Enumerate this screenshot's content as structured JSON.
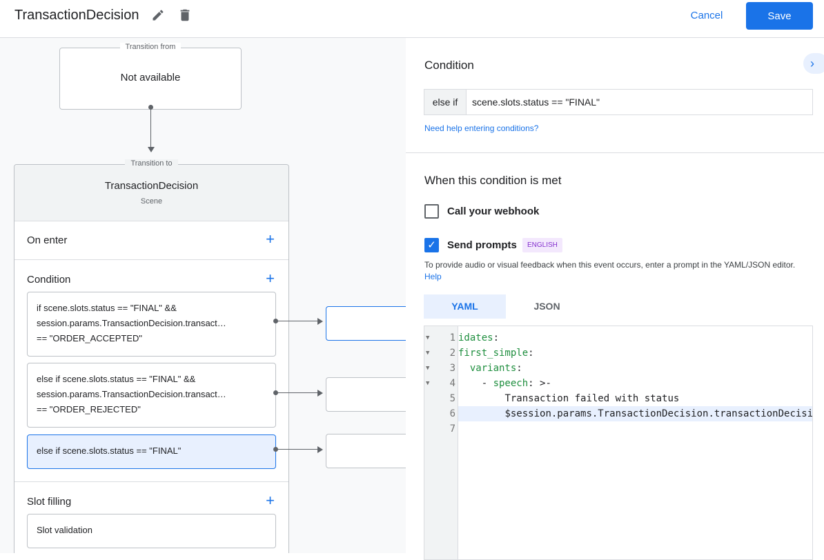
{
  "header": {
    "title": "TransactionDecision",
    "cancel": "Cancel",
    "save": "Save"
  },
  "canvas": {
    "from": {
      "legend": "Transition from",
      "value": "Not available"
    },
    "to": {
      "legend": "Transition to",
      "name": "TransactionDecision",
      "type": "Scene"
    },
    "on_enter": "On enter",
    "condition": "Condition",
    "conditions": [
      [
        "if scene.slots.status == \"FINAL\" &&",
        "session.params.TransactionDecision.transact…",
        "== \"ORDER_ACCEPTED\""
      ],
      [
        "else if scene.slots.status == \"FINAL\" &&",
        "session.params.TransactionDecision.transact…",
        "== \"ORDER_REJECTED\""
      ],
      [
        "else if scene.slots.status == \"FINAL\""
      ]
    ],
    "slot_filling": "Slot filling",
    "slot_validation": "Slot validation"
  },
  "panel": {
    "condition_title": "Condition",
    "prefix": "else if",
    "expression": "scene.slots.status == \"FINAL\"",
    "help_link": "Need help entering conditions?",
    "met_title": "When this condition is met",
    "webhook": {
      "label": "Call your webhook",
      "checked": false
    },
    "prompts": {
      "label": "Send prompts",
      "checked": true,
      "badge": "ENGLISH"
    },
    "desc": "To provide audio or visual feedback when this event occurs, enter a prompt in the YAML/JSON editor.",
    "desc_link": "Help",
    "tabs": [
      "YAML",
      "JSON"
    ],
    "active_tab": "YAML",
    "code": [
      {
        "n": "1",
        "key": "idates",
        "rest": ":",
        "fold": true
      },
      {
        "n": "2",
        "key": "first_simple",
        "rest": ":",
        "fold": true
      },
      {
        "n": "3",
        "pre": "  ",
        "key": "variants",
        "rest": ":",
        "fold": true
      },
      {
        "n": "4",
        "pre": "    - ",
        "key": "speech",
        "rest": ": >-",
        "fold": true
      },
      {
        "n": "5",
        "pre": "        ",
        "rest": "Transaction failed with status"
      },
      {
        "n": "6",
        "pre": "        ",
        "rest": "$session.params.TransactionDecision.transactionDecision"
      },
      {
        "n": "7",
        "rest": ""
      }
    ]
  }
}
